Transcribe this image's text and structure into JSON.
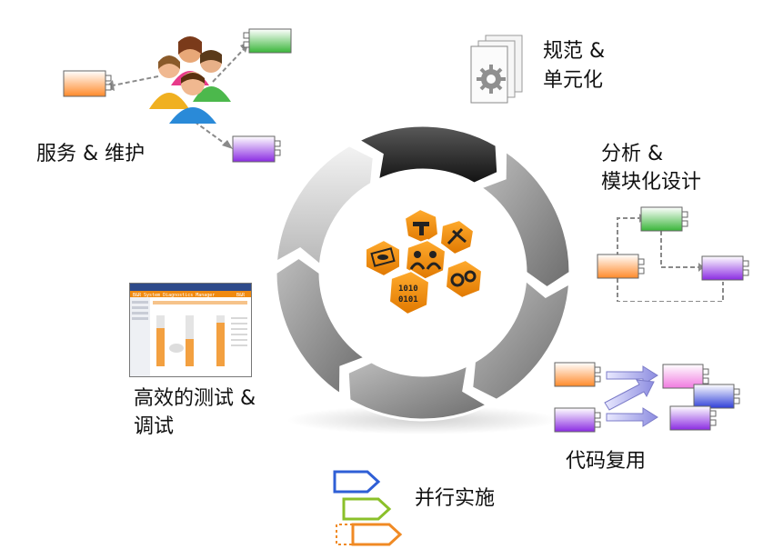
{
  "labels": {
    "spec": [
      "规范 &",
      "单元化"
    ],
    "analysis": [
      "分析 &",
      "模块化设计"
    ],
    "service": [
      "服务 & 维护"
    ],
    "testing": [
      "高效的测试 &",
      "调试"
    ],
    "reuse": [
      "代码复用"
    ],
    "parallel": [
      "并行实施"
    ]
  },
  "hex_binary": [
    "1010",
    "0101"
  ],
  "screenshot": {
    "title": "B&R System Diagnostics Manager",
    "logo": "B&R"
  },
  "colors": {
    "orange": "#ff9a2e",
    "green": "#4cc14c",
    "purple": "#9a44e8",
    "pink": "#f58de8",
    "blue": "#3d4de0",
    "ring_dark": "#2b2b2b",
    "ring_light": "#d6d6d6",
    "hex_orange": "#f28a00"
  },
  "icons": [
    "people-icon",
    "documents-gear-icon",
    "ring-cycle-icon",
    "tag-stack-icon",
    "arrow-icon"
  ]
}
